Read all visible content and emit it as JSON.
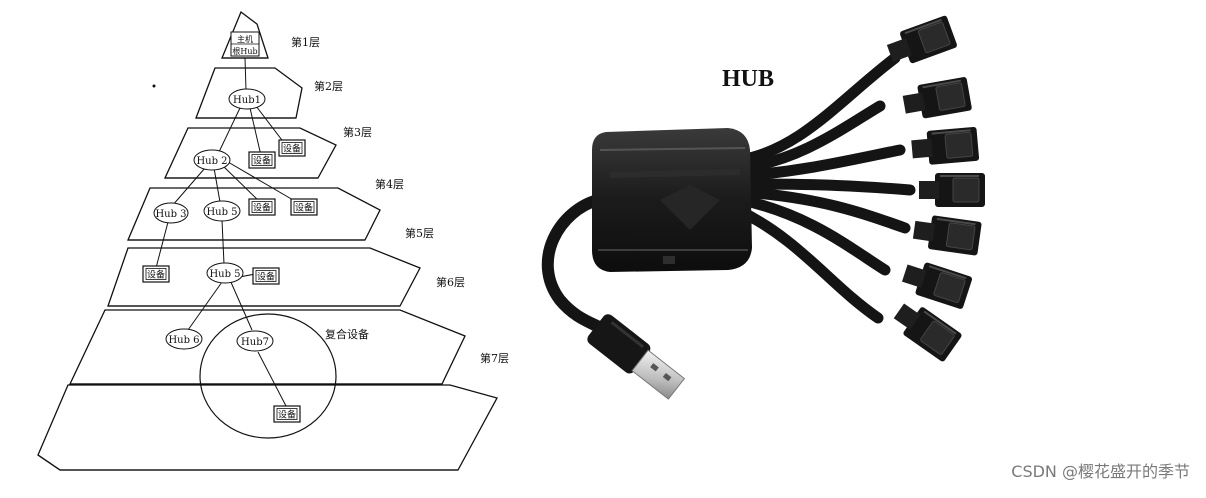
{
  "pyramid": {
    "layers": [
      "第1层",
      "第2层",
      "第3层",
      "第4层",
      "第5层",
      "第6层",
      "第7层"
    ],
    "top_box": [
      "主机",
      "根Hub"
    ],
    "nodes": {
      "hub1": "Hub1",
      "hub2": "Hub 2",
      "hub3": "Hub 3",
      "hub5a": "Hub 5",
      "hub5b": "Hub 5",
      "hub6": "Hub 6",
      "hub7": "Hub7"
    },
    "device_label": "设备",
    "compound_device": "复合设备"
  },
  "photo": {
    "title": "HUB"
  },
  "watermark": "CSDN @樱花盛开的季节"
}
